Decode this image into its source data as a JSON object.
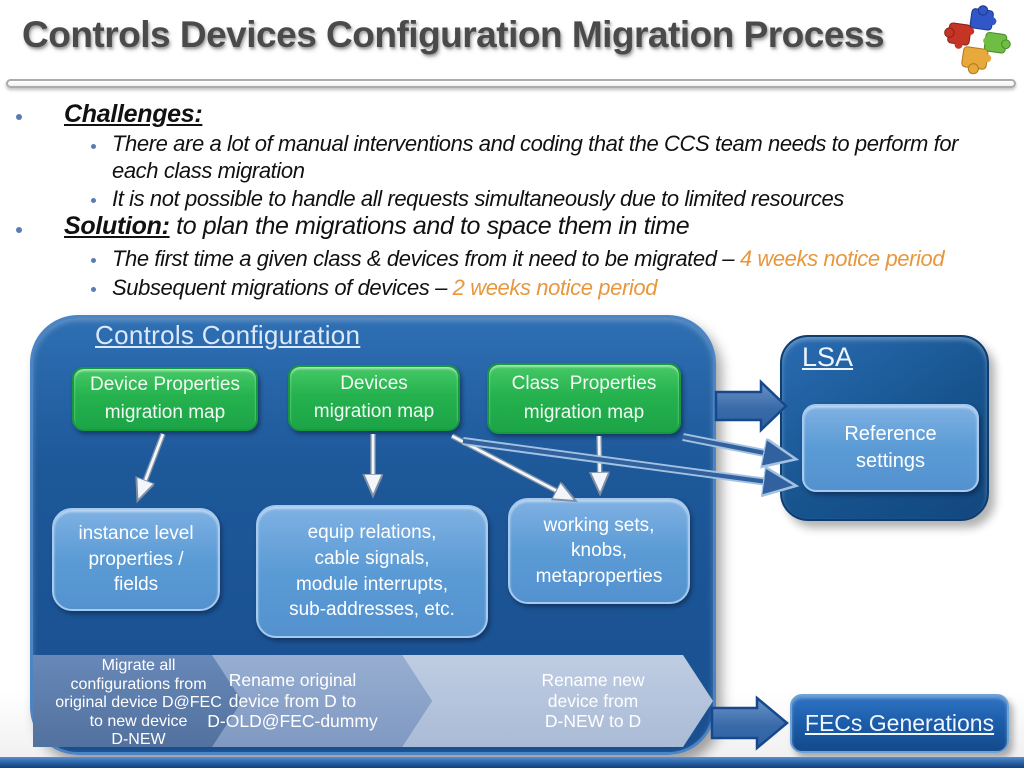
{
  "slide": {
    "title": "Controls Devices Configuration Migration Process",
    "icons": {
      "top_right": "puzzle-icon"
    },
    "colors": {
      "accent_orange": "#E8973C",
      "map_box_green": "#25B24E",
      "container_blue": "#1D5899",
      "detail_box_blue": "#5B9BD5",
      "lsa_dark_blue": "#17548F",
      "fecs_blue": "#1A5AA6",
      "chevron_1": "#5B7BAD",
      "chevron_2": "#8EA6CB",
      "chevron_3": "#B6C5DD",
      "bottom_bar_blue": "#2A66AC",
      "title_gray": "#4A4A4A"
    },
    "bullets": {
      "challenges_heading": "Challenges:",
      "challenge_1": "There are a lot of manual interventions and coding that the CCS team needs to perform for each class migration",
      "challenge_2": "It is not possible to handle all requests simultaneously due to limited resources",
      "solution_heading": "Solution:",
      "solution_text": " to plan the migrations and to space them in time",
      "solution_1_text": "The first time a given class & devices from it need to be migrated – ",
      "solution_1_accent": "4 weeks notice period",
      "solution_2_text": "Subsequent migrations of devices – ",
      "solution_2_accent": "2 weeks notice period"
    },
    "diagram": {
      "container": {
        "label": "Controls Configuration"
      },
      "map_boxes": [
        {
          "lines": [
            "Device Properties",
            "migration map"
          ]
        },
        {
          "lines": [
            "Devices",
            "migration map"
          ]
        },
        {
          "lines": [
            "Class  Properties",
            "migration map"
          ]
        }
      ],
      "detail_boxes": [
        {
          "lines": [
            "instance level",
            "properties /",
            "fields"
          ]
        },
        {
          "lines": [
            "equip relations,",
            "cable signals,",
            "module interrupts,",
            "sub-addresses, etc."
          ]
        },
        {
          "lines": [
            "working sets,",
            "knobs,",
            "metaproperties"
          ]
        }
      ],
      "process_steps": [
        {
          "lines": [
            "Migrate all",
            "configurations from",
            "original device D@FEC",
            "to new device",
            "D-NEW"
          ]
        },
        {
          "lines": [
            "Rename original",
            "device from D to",
            "D-OLD@FEC-dummy"
          ]
        },
        {
          "lines": [
            "Rename new",
            "device from",
            "D-NEW to D"
          ]
        }
      ],
      "lsa": {
        "label": "LSA",
        "inner_lines": [
          "Reference",
          "settings"
        ]
      },
      "fecs": {
        "label": "FECs Generations"
      }
    }
  }
}
